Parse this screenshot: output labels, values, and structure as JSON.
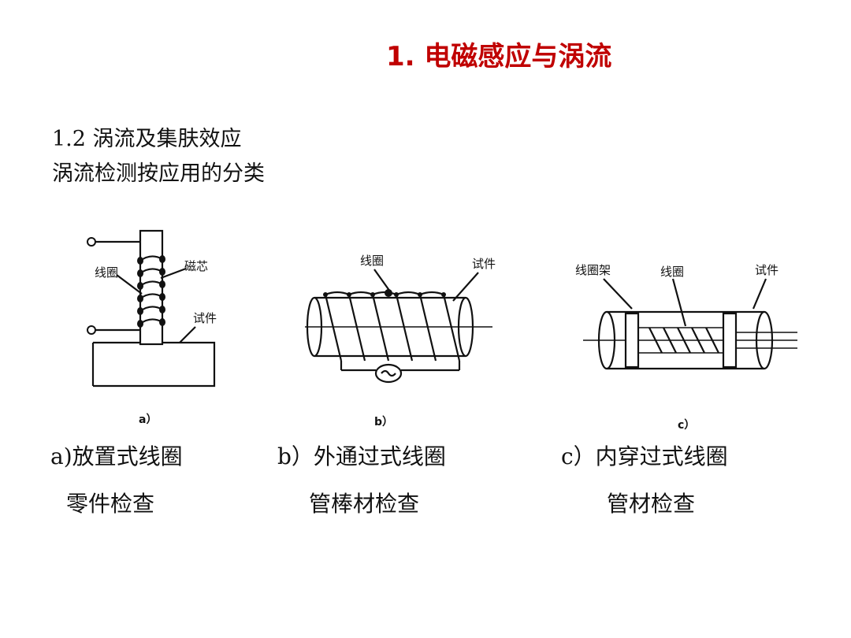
{
  "slide": {
    "title": "1. 电磁感应与涡流",
    "subtitle_1": "1.2 涡流及集肤效应",
    "subtitle_2": "涡流检测按应用的分类"
  },
  "figures": {
    "a": {
      "tag": "a）",
      "label_coil": "线圈",
      "label_core": "磁芯",
      "label_part": "试件"
    },
    "b": {
      "tag": "b）",
      "label_coil": "线圈",
      "label_part": "试件"
    },
    "c": {
      "tag": "c）",
      "label_frame": "线圈架",
      "label_coil": "线圈",
      "label_part": "试件"
    }
  },
  "captions": [
    {
      "line1": "a)放置式线圈",
      "line2": "零件检查"
    },
    {
      "line1": "b）外通过式线圈",
      "line2": "管棒材检查"
    },
    {
      "line1": "c）内穿过式线圈",
      "line2": "管材检查"
    }
  ],
  "colors": {
    "title": "#c00000",
    "text": "#111111",
    "line": "#111111"
  }
}
